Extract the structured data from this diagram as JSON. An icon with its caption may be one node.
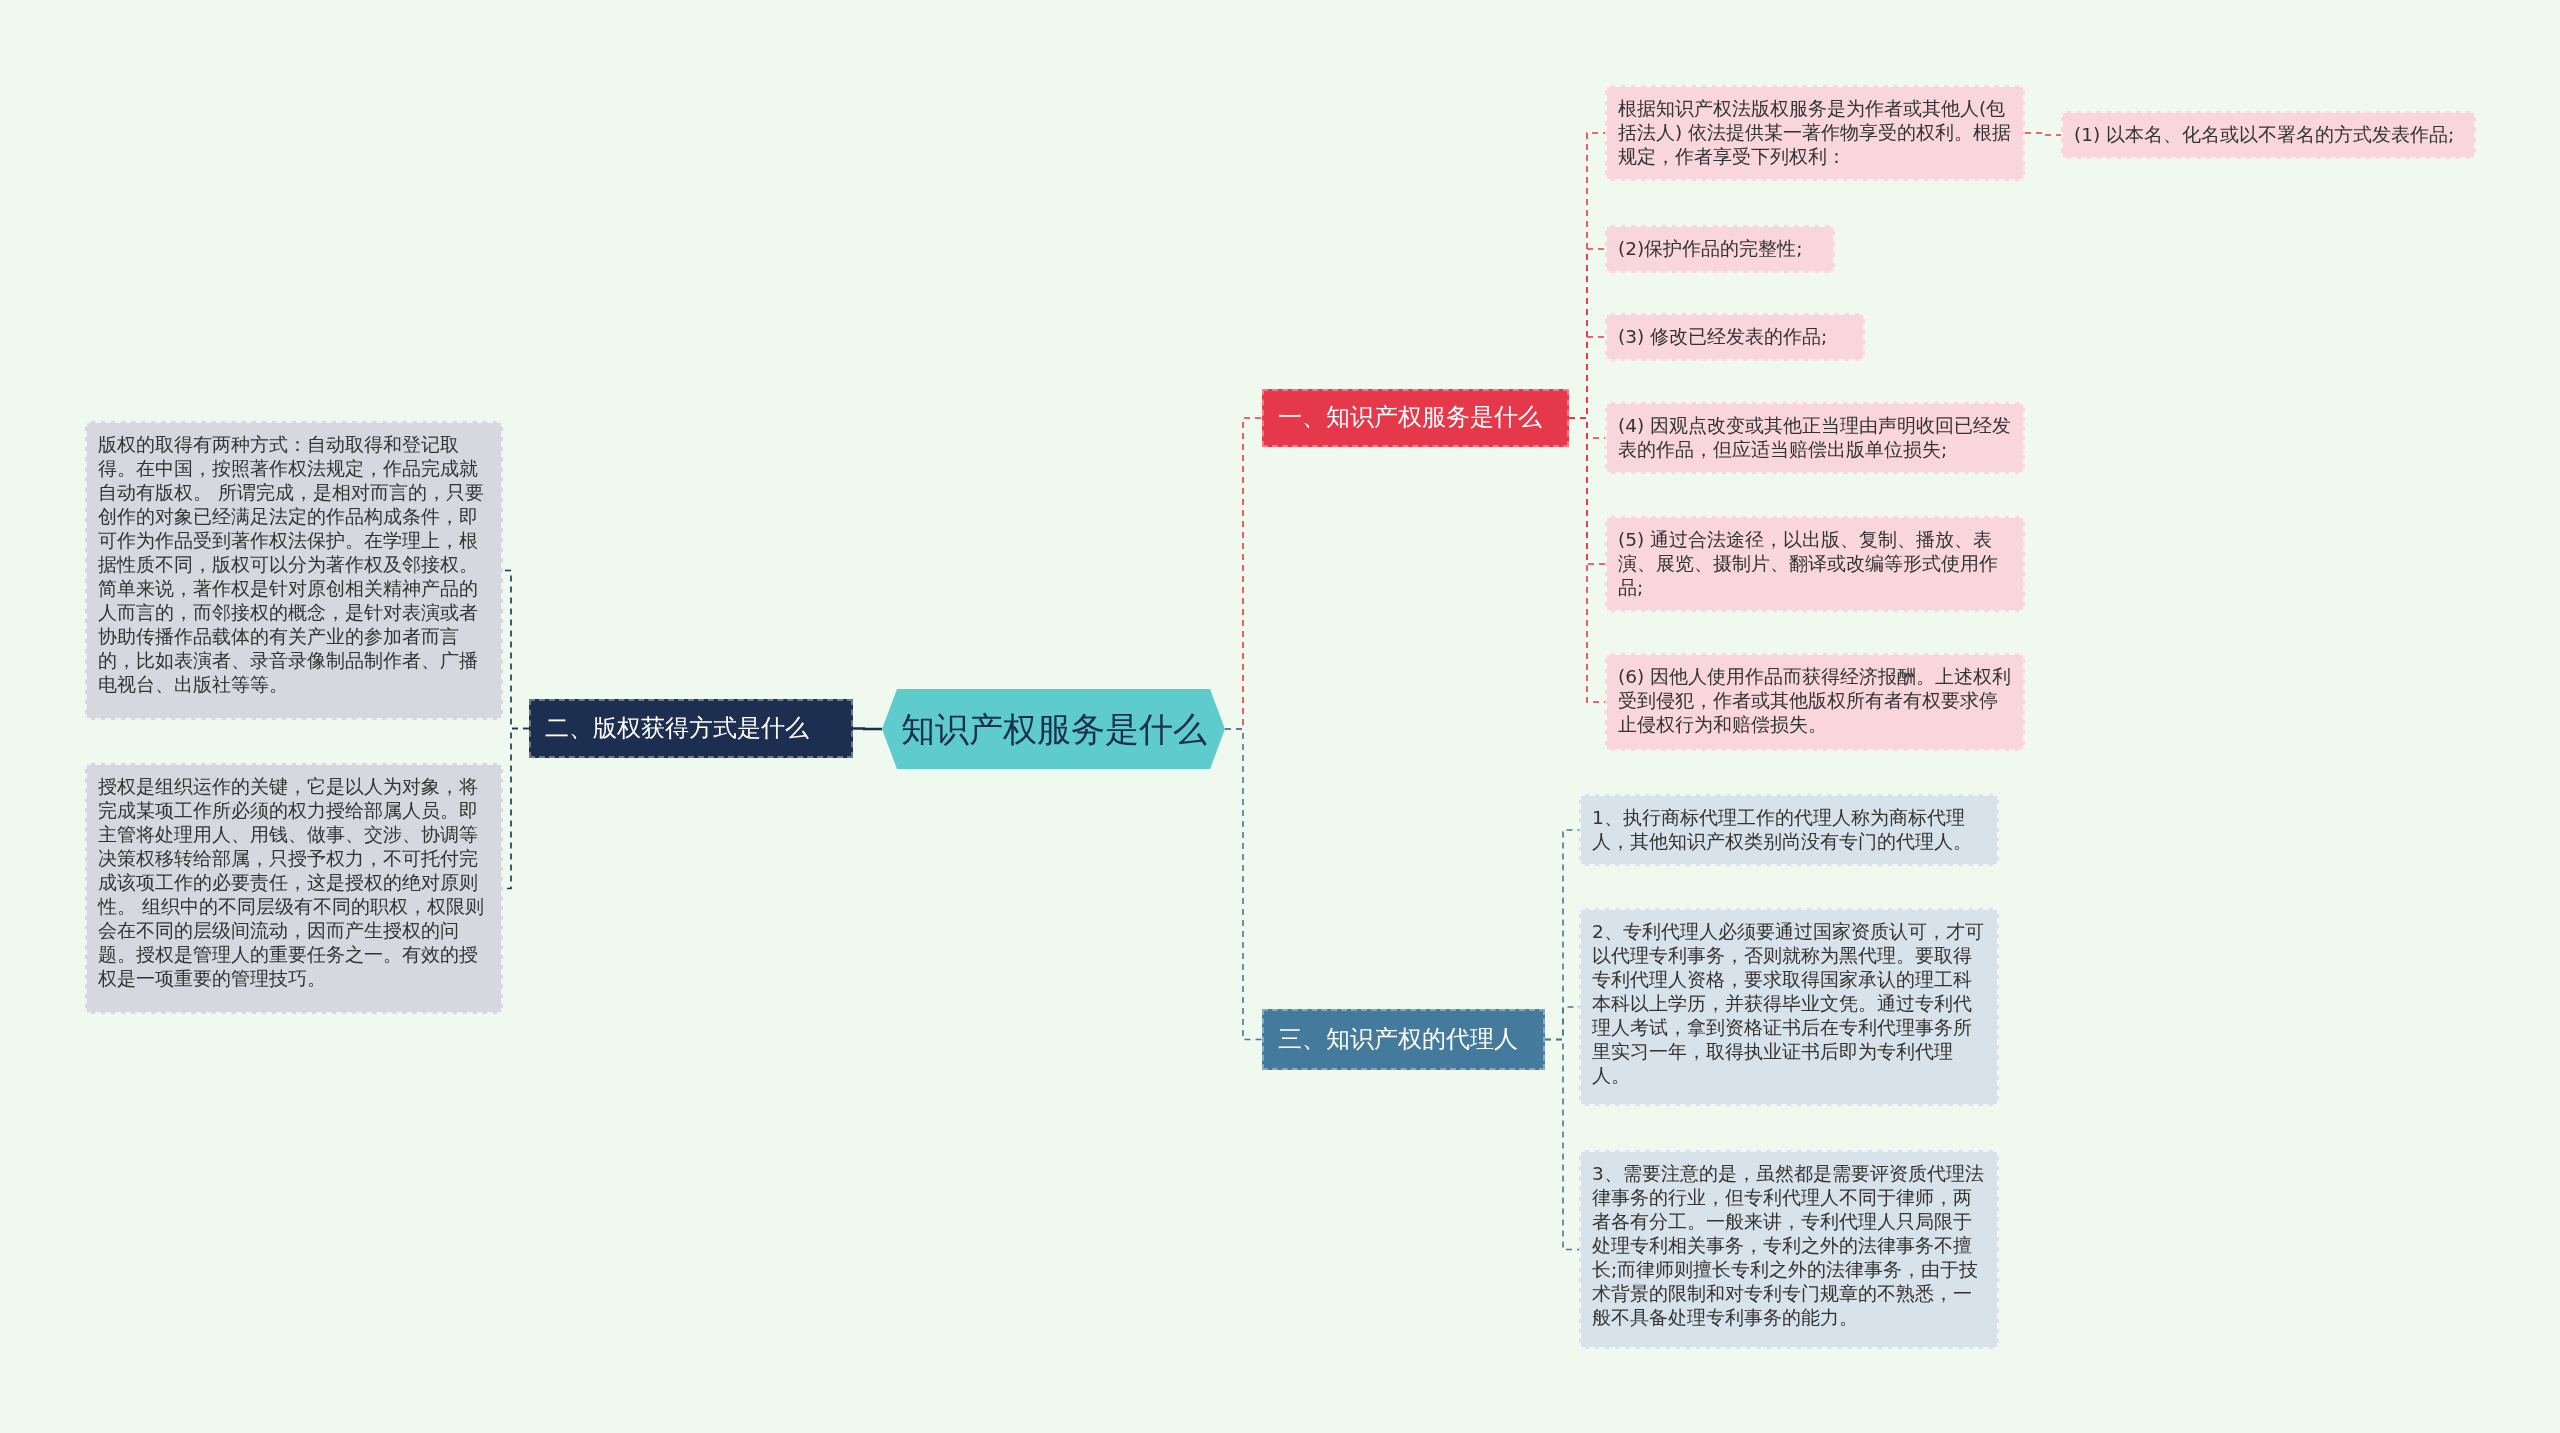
{
  "diagram": {
    "nodes": [
      {
        "text": [
          "知识产权服务是什么"
        ]
      },
      {
        "text": [
          "一、知识产权服务是什么"
        ]
      },
      {
        "text": [
          "根据知识产权法版权服务是为作者或其他人(包括法人) 依法提供某一著作物享受的权利。根据规定，作者享受下列权利："
        ]
      },
      {
        "text": [
          "(1) 以本名、化名或以不署名的方式发表作品;"
        ]
      },
      {
        "text": [
          "(2)保护作品的完整性;"
        ]
      },
      {
        "text": [
          "(3) 修改已经发表的作品;"
        ]
      },
      {
        "text": [
          "(4) 因观点改变或其他正当理由声明收回已经发表的作品，但应适当赔偿出版单位损失;"
        ]
      },
      {
        "text": [
          "(5) 通过合法途径，以出版、复制、播放、表演、展览、摄制片、翻译或改编等形式使用作品;"
        ]
      },
      {
        "text": [
          "(6) 因他人使用作品而获得经济报酬。上述权利受到侵犯，作者或其他版权所有者有权要求停止侵权行为和赔偿损失。"
        ]
      },
      {
        "text": [
          "二、版权获得方式是什么"
        ]
      },
      {
        "text": [
          "版权的取得有两种方式：自动取得和登记取得。在中国，按照著作权法规定，作品完成就自动有版权。 所谓完成，是相对而言的，只要创作的对象已经满足法定的作品构成条件，即可作为作品受到著作权法保护。在学理上，根据性质不同，版权可以分为著作权及邻接权。简单来说，著作权是针对原创相关精神产品的人而言的，而邻接权的概念，是针对表演或者协助传播作品载体的有关产业的参加者而言的，比如表演者、录音录像制品制作者、广播电视台、出版社等等。"
        ]
      },
      {
        "text": [
          "授权是组织运作的关键，它是以人为对象，将完成某项工作所必须的权力授给部属人员。即主管将处理用人、用钱、做事、交涉、协调等决策权移转给部属，只授予权力，不可托付完成该项工作的必要责任，这是授权的绝对原则性。 组织中的不同层级有不同的职权，权限则会在不同的层级间流动，因而产生授权的问题。授权是管理人的重要任务之一。有效的授权是一项重要的管理技巧。"
        ]
      },
      {
        "text": [
          "三、知识产权的代理人"
        ]
      },
      {
        "text": [
          "1、执行商标代理工作的代理人称为商标代理人，其他知识产权类别尚没有专门的代理人。"
        ]
      },
      {
        "text": [
          "2、专利代理人必须要通过国家资质认可，才可以代理专利事务，否则就称为黑代理。要取得专利代理人资格，要求取得国家承认的理工科本科以上学历，并获得毕业文凭。通过专利代理人考试，拿到资格证书后在专利代理事务所里实习一年，取得执业证书后即为专利代理人。"
        ]
      },
      {
        "text": [
          "3、需要注意的是，虽然都是需要评资质代理法律事务的行业，但专利代理人不同于律师，两者各有分工。一般来讲，专利代理人只局限于处理专利相关事务，专利之外的法律事务不擅长;而律师则擅长专利之外的法律事务，由于技术背景的限制和对专利专门规章的不熟悉，一般不具备处理专利事务的能力。"
        ]
      }
    ],
    "edges": [
      {
        "from": 0,
        "to": 1,
        "arrow": "none",
        "style": "dashed"
      },
      {
        "from": 1,
        "to": 2,
        "arrow": "none",
        "style": "dashed"
      },
      {
        "from": 2,
        "to": 3,
        "arrow": "none",
        "style": "dashed"
      },
      {
        "from": 1,
        "to": 4,
        "arrow": "none",
        "style": "dashed"
      },
      {
        "from": 1,
        "to": 5,
        "arrow": "none",
        "style": "dashed"
      },
      {
        "from": 1,
        "to": 6,
        "arrow": "none",
        "style": "dashed"
      },
      {
        "from": 1,
        "to": 7,
        "arrow": "none",
        "style": "dashed"
      },
      {
        "from": 1,
        "to": 8,
        "arrow": "none",
        "style": "dashed"
      },
      {
        "from": 0,
        "to": 9,
        "arrow": "none",
        "color": "#1d2f50"
      },
      {
        "from": 9,
        "to": 10,
        "arrow": "none",
        "style": "dashed",
        "color": "#1d2f50"
      },
      {
        "from": 9,
        "to": 11,
        "arrow": "none",
        "style": "dashed",
        "color": "#1d2f50"
      },
      {
        "from": 0,
        "to": 12,
        "arrow": "none",
        "style": "dashed",
        "color": "#447a9c"
      },
      {
        "from": 12,
        "to": 13,
        "arrow": "none",
        "style": "dashed",
        "color": "#447a9c"
      },
      {
        "from": 12,
        "to": 14,
        "arrow": "none",
        "style": "dashed",
        "color": "#447a9c"
      },
      {
        "from": 12,
        "to": 15,
        "arrow": "none",
        "style": "dashed",
        "color": "#447a9c"
      }
    ]
  }
}
